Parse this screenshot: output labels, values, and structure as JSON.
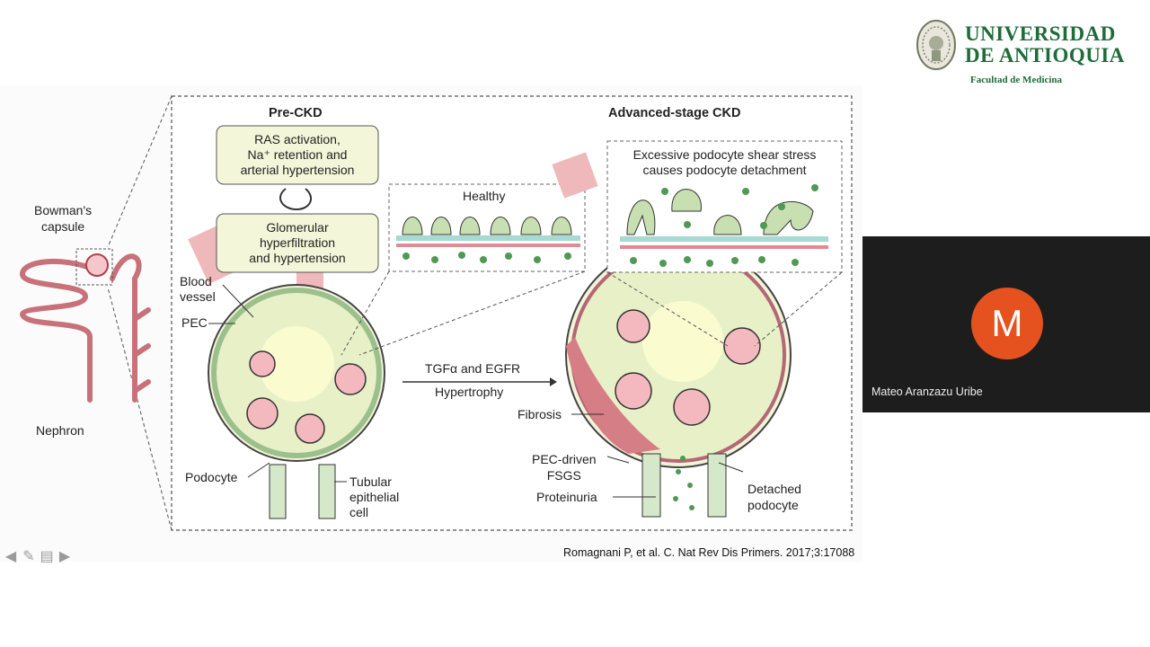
{
  "logo": {
    "line1": "UNIVERSIDAD",
    "line2": "DE ANTIOQUIA",
    "faculty": "Facultad de Medicina",
    "color": "#1f6b3a"
  },
  "figure": {
    "left_labels": {
      "bowmans_capsule": "Bowman's\ncapsule",
      "nephron": "Nephron"
    },
    "pre_ckd": {
      "heading": "Pre-CKD",
      "ras_box": "RAS activation,\nNa⁺ retention and\narterial hypertension",
      "hyper_box": "Glomerular\nhyperfiltration\nand hypertension",
      "blood_vessel": "Blood\nvessel",
      "pec": "PEC",
      "podocyte": "Podocyte",
      "tubular": "Tubular\nepithelial\ncell"
    },
    "healthy_inset": {
      "label": "Healthy"
    },
    "arrow": {
      "top": "TGFα and EGFR",
      "bottom": "Hypertrophy"
    },
    "advanced_ckd": {
      "heading": "Advanced-stage CKD",
      "stress_box": "Excessive podocyte shear stress\ncauses podocyte detachment",
      "fibrosis": "Fibrosis",
      "pec_driven": "PEC-driven\nFSGS",
      "proteinuria": "Proteinuria",
      "detached": "Detached\npodocyte"
    }
  },
  "citation": "Romagnani P, et al. C. Nat Rev Dis Primers. 2017;3:17088",
  "nav_icons": [
    "prev-arrow-icon",
    "pen-icon",
    "menu-icon",
    "next-arrow-icon"
  ],
  "video": {
    "initial": "M",
    "participant_name": "Mateo Aranzazu Uribe",
    "avatar_color": "#e5521f"
  }
}
